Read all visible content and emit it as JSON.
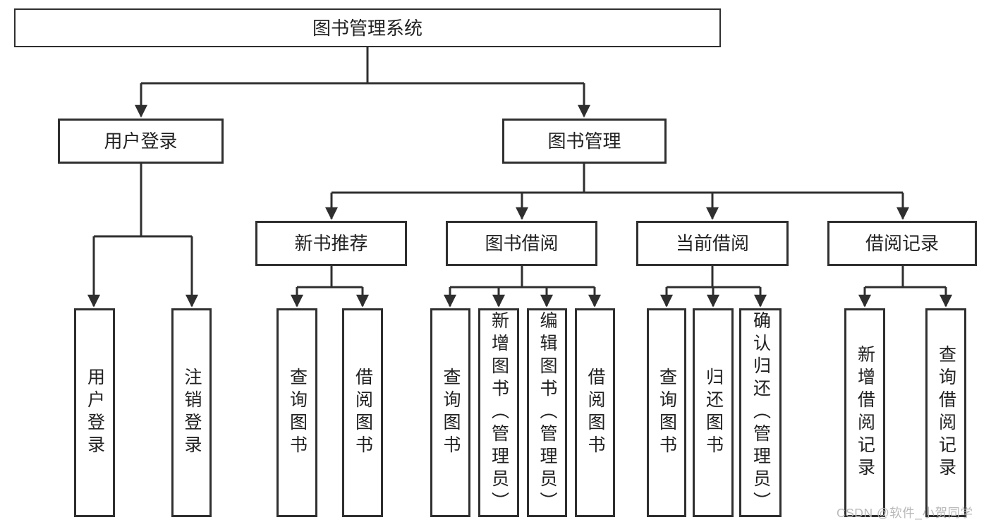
{
  "diagram": {
    "type": "hierarchy-tree",
    "line_color": "#2f2f2f",
    "box_background": "#ffffff",
    "watermark": "CSDN @软件_小贺同学",
    "watermark_color": "#b9b9b9",
    "nodes": {
      "root": {
        "label": "图书管理系统"
      },
      "user_login_branch": {
        "label": "用户登录"
      },
      "book_management": {
        "label": "图书管理"
      },
      "user_login_leaf": {
        "label": "用户登录"
      },
      "logout_leaf": {
        "label": "注销登录"
      },
      "new_book_recommend": {
        "label": "新书推荐"
      },
      "book_borrowing": {
        "label": "图书借阅"
      },
      "current_borrowing": {
        "label": "当前借阅"
      },
      "borrowing_records": {
        "label": "借阅记录"
      },
      "nbr_query_books": {
        "label": "查询图书"
      },
      "nbr_borrow_books": {
        "label": "借阅图书"
      },
      "bb_query_books": {
        "label": "查询图书"
      },
      "bb_add_books_admin": {
        "label": "新增图书（管理员）"
      },
      "bb_edit_books_admin": {
        "label": "编辑图书（管理员）"
      },
      "bb_borrow_books": {
        "label": "借阅图书"
      },
      "cb_query_books": {
        "label": "查询图书"
      },
      "cb_return_books": {
        "label": "归还图书"
      },
      "cb_confirm_return_admin": {
        "label": "确认归还（管理员）"
      },
      "br_add_record": {
        "label": "新增借阅记录"
      },
      "br_query_record": {
        "label": "查询借阅记录"
      }
    },
    "edges": [
      [
        "图书管理系统",
        "用户登录"
      ],
      [
        "图书管理系统",
        "图书管理"
      ],
      [
        "用户登录",
        "用户登录"
      ],
      [
        "用户登录",
        "注销登录"
      ],
      [
        "图书管理",
        "新书推荐"
      ],
      [
        "图书管理",
        "图书借阅"
      ],
      [
        "图书管理",
        "当前借阅"
      ],
      [
        "图书管理",
        "借阅记录"
      ],
      [
        "新书推荐",
        "查询图书"
      ],
      [
        "新书推荐",
        "借阅图书"
      ],
      [
        "图书借阅",
        "查询图书"
      ],
      [
        "图书借阅",
        "新增图书（管理员）"
      ],
      [
        "图书借阅",
        "编辑图书（管理员）"
      ],
      [
        "图书借阅",
        "借阅图书"
      ],
      [
        "当前借阅",
        "查询图书"
      ],
      [
        "当前借阅",
        "归还图书"
      ],
      [
        "当前借阅",
        "确认归还（管理员）"
      ],
      [
        "借阅记录",
        "新增借阅记录"
      ],
      [
        "借阅记录",
        "查询借阅记录"
      ]
    ]
  }
}
